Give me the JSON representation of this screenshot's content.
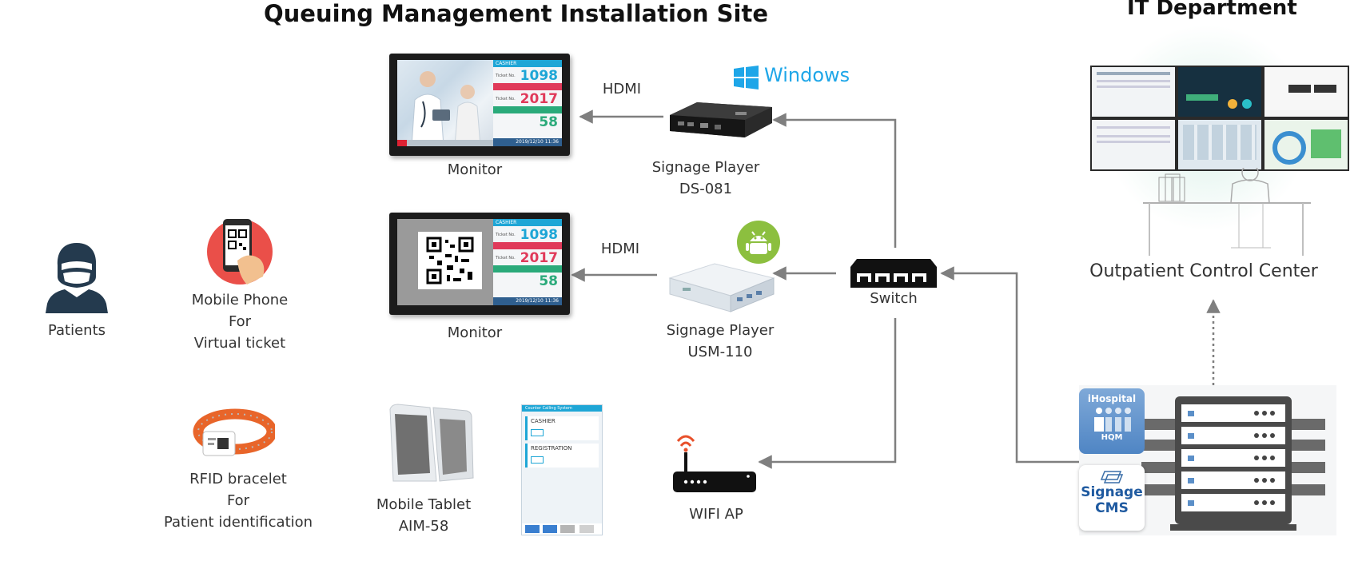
{
  "titles": {
    "site": "Queuing Management Installation Site",
    "it": "IT Department"
  },
  "labels": {
    "monitor_1": "Monitor",
    "monitor_2": "Monitor",
    "hdmi_1": "HDMI",
    "hdmi_2": "HDMI",
    "windows": "Windows",
    "player_1_line1": "Signage Player",
    "player_1_line2": "DS-081",
    "player_2_line1": "Signage Player",
    "player_2_line2": "USM-110",
    "switch": "Switch",
    "wifi": "WIFI AP",
    "patients": "Patients",
    "mobile_line1": "Mobile Phone",
    "mobile_line2": "For",
    "mobile_line3": "Virtual ticket",
    "rfid_line1": "RFID bracelet",
    "rfid_line2": "For",
    "rfid_line3": "Patient identification",
    "tablet_line1": "Mobile Tablet",
    "tablet_line2": "AIM-58",
    "control_center": "Outpatient Control Center",
    "ihospital": "iHospital",
    "hqm": "HQM",
    "signage_line1": "Signage",
    "signage_line2": "CMS"
  },
  "queue_display": {
    "cashier_label": "CASHIER",
    "cashier_number": "1098",
    "registration_number": "2017",
    "other_number": "58",
    "ticket_label": "Ticket No.",
    "datetime": "2019/12/10  11:36"
  },
  "tablet_app": {
    "header": "Counter Calling System",
    "row1": "CASHIER",
    "row2": "REGISTRATION"
  },
  "colors": {
    "arrow": "#7f7f7f",
    "cyan": "#1ea6d6",
    "red": "#e03a5a",
    "green": "#2aaa7a",
    "android": "#8cbf3f",
    "blue_badge": "#5b8fc8",
    "wifi": "#e8502a"
  }
}
